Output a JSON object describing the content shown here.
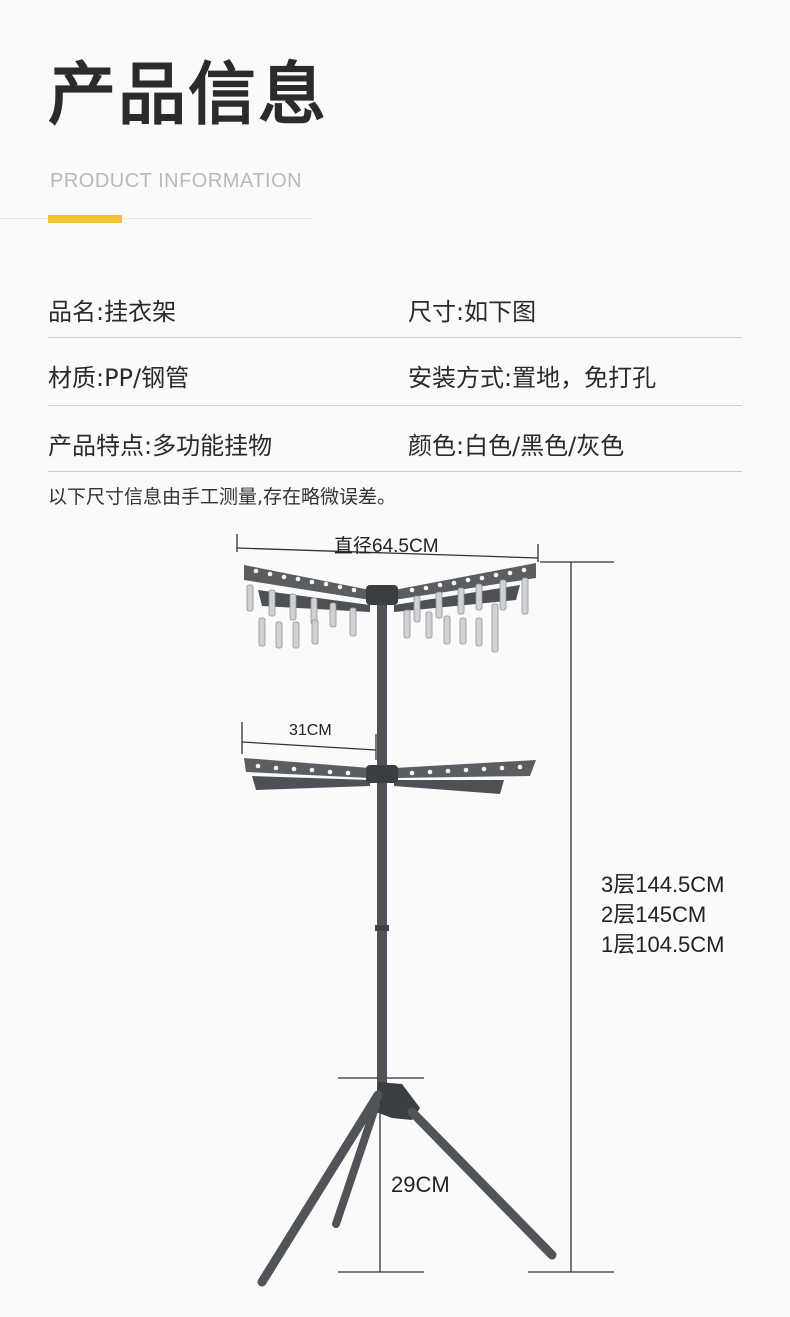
{
  "header": {
    "title": "产品信息",
    "subtitle": "PRODUCT INFORMATION"
  },
  "specs": {
    "name": "品名:挂衣架",
    "size": "尺寸:如下图",
    "material": "材质:PP/钢管",
    "install": "安装方式:置地，免打孔",
    "feature": "产品特点:多功能挂物",
    "color": "颜色:白色/黑色/灰色"
  },
  "note": "以下尺寸信息由手工测量,存在略微误差。",
  "dimensions": {
    "diameter": "直径64.5CM",
    "arm_length": "31CM",
    "height_3": "3层144.5CM",
    "height_2": "2层145CM",
    "height_1": "1层104.5CM",
    "base": "29CM"
  },
  "colors": {
    "accent": "#f2c230",
    "product": "#505357"
  }
}
